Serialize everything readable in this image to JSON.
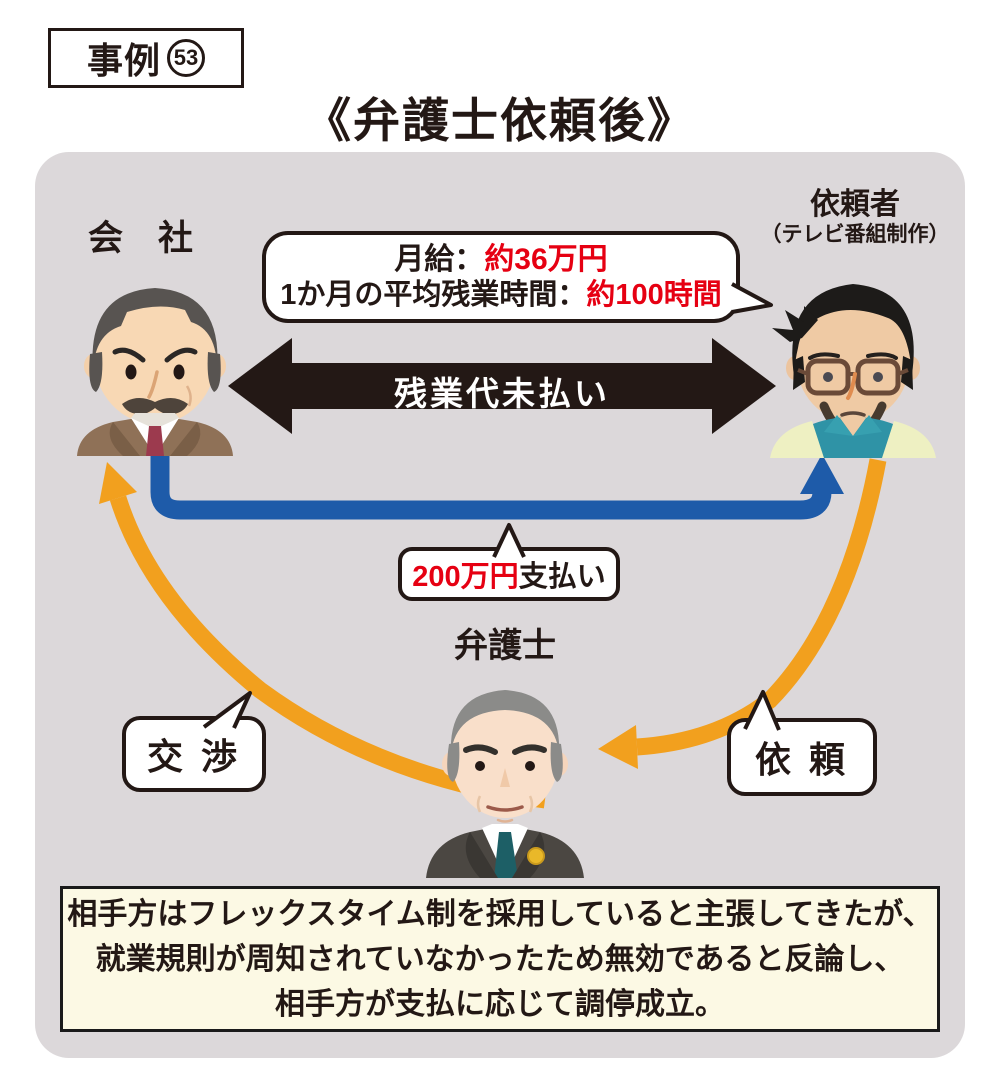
{
  "badge": {
    "label": "事例",
    "number": "53"
  },
  "title": "《弁護士依頼後》",
  "actors": {
    "company": {
      "label": "会　社"
    },
    "client": {
      "label": "依頼者",
      "sublabel": "（テレビ番組制作）"
    },
    "lawyer": {
      "label": "弁護士"
    }
  },
  "callouts": {
    "conditions": {
      "line1_label": "月給：",
      "line1_value": "約36万円",
      "line2_label": "1か月の平均残業時間：",
      "line2_value": "約100時間"
    },
    "dispute": {
      "label": "残業代未払い"
    },
    "payment": {
      "value": "200万円",
      "suffix": "支払い"
    },
    "negotiation": {
      "label": "交 渉"
    },
    "request": {
      "label": "依 頼"
    }
  },
  "summary": {
    "line1": "相手方はフレックスタイム制を採用していると主張してきたが、",
    "line2": "就業規則が周知されていなかったため無効であると反論し、",
    "line3": "相手方が支払に応じて調停成立。"
  },
  "colors": {
    "accent_red": "#e60012",
    "arrow_black": "#231815",
    "arrow_blue": "#1e5ba9",
    "arrow_orange": "#f2a01e",
    "panel_bg": "#dcd8da",
    "summary_bg": "#fcf9e4"
  }
}
